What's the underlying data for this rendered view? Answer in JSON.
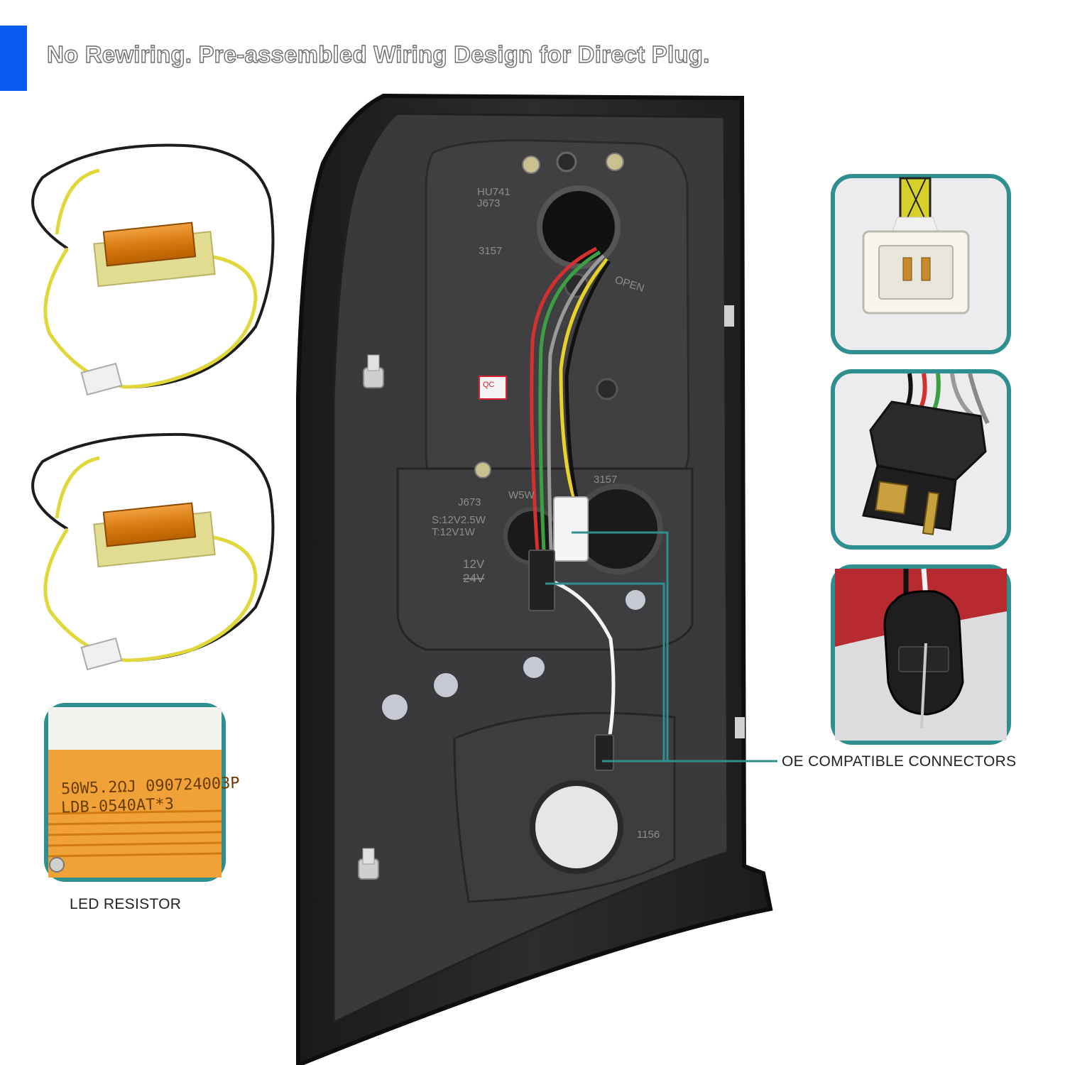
{
  "header": {
    "headline": "No Rewiring. Pre-assembled Wiring Design for Direct Plug."
  },
  "labels": {
    "connectors": "OE COMPATIBLE CONNECTORS",
    "resistor": "LED RESISTOR"
  },
  "resistor_closeup": {
    "line1": "50W5.2ΩJ 090724003P",
    "line2": "LDB-0540AT*3"
  },
  "housing_markings": {
    "top_code": "HU741",
    "top_code2": "J673",
    "bulb_upper": "3157",
    "open_arrow": "OPEN",
    "qc_tag": "QC",
    "bulb_mid": "3157",
    "mid_code": "J673",
    "w5w": "W5W",
    "spec1": "S:12V2.5W",
    "spec2": "T:12V1W",
    "volt": "12V",
    "volt_struck": "24V",
    "bulb_lower": "1156"
  },
  "colors": {
    "accent": "#0a5cf0",
    "teal": "#2f8f8f",
    "callout_line": "#2f8f8f"
  }
}
